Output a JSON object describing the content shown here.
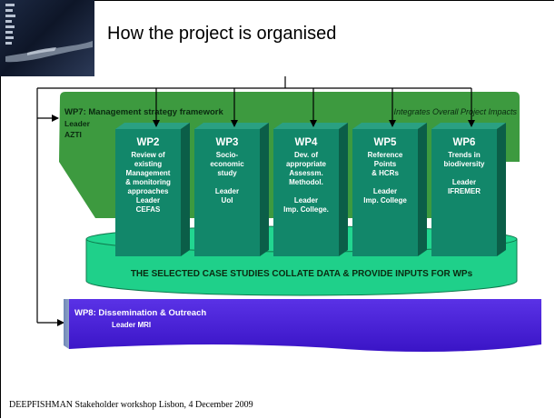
{
  "title": "How the project is organised",
  "wp7": {
    "id": "WP7",
    "heading": ": Management strategy  framework",
    "leader_label": "Leader",
    "leader": "AZTI",
    "note": "Integrates Overall Project Impacts"
  },
  "boxes": [
    {
      "id": "WP2",
      "lines": [
        "Review of",
        "existing",
        "Management",
        "& monitoring",
        "approaches",
        "Leader",
        "CEFAS"
      ]
    },
    {
      "id": "WP3",
      "lines": [
        "Socio-",
        "economic",
        "study",
        "",
        "Leader",
        "UoI"
      ]
    },
    {
      "id": "WP4",
      "lines": [
        "Dev. of",
        "appropriate",
        "Assessm.",
        "Methodol.",
        "",
        "Leader",
        "Imp. College."
      ]
    },
    {
      "id": "WP5",
      "lines": [
        "Reference",
        "Points",
        "& HCRs",
        "",
        "Leader",
        "Imp. College"
      ]
    },
    {
      "id": "WP6",
      "lines": [
        "Trends in",
        "biodiversity",
        "",
        "Leader",
        "IFREMER"
      ]
    }
  ],
  "case_studies_text": "THE SELECTED CASE STUDIES COLLATE DATA & PROVIDE INPUTS FOR WPs",
  "wp8": {
    "id": "WP8",
    "heading": ": Dissemination & Outreach",
    "leader": "Leader MRI"
  },
  "footer": "DEEPFISHMAN Stakeholder workshop Lisbon, 4 December 2009",
  "colors": {
    "wp7_green": "#3d9a3f",
    "box_face": "#12876a",
    "box_side": "#0b5e48",
    "cylinder": "#1fd08a",
    "wp8_blue": "#4b22d8",
    "text_white": "#ffffff",
    "text_dark": "#0a2a10"
  }
}
